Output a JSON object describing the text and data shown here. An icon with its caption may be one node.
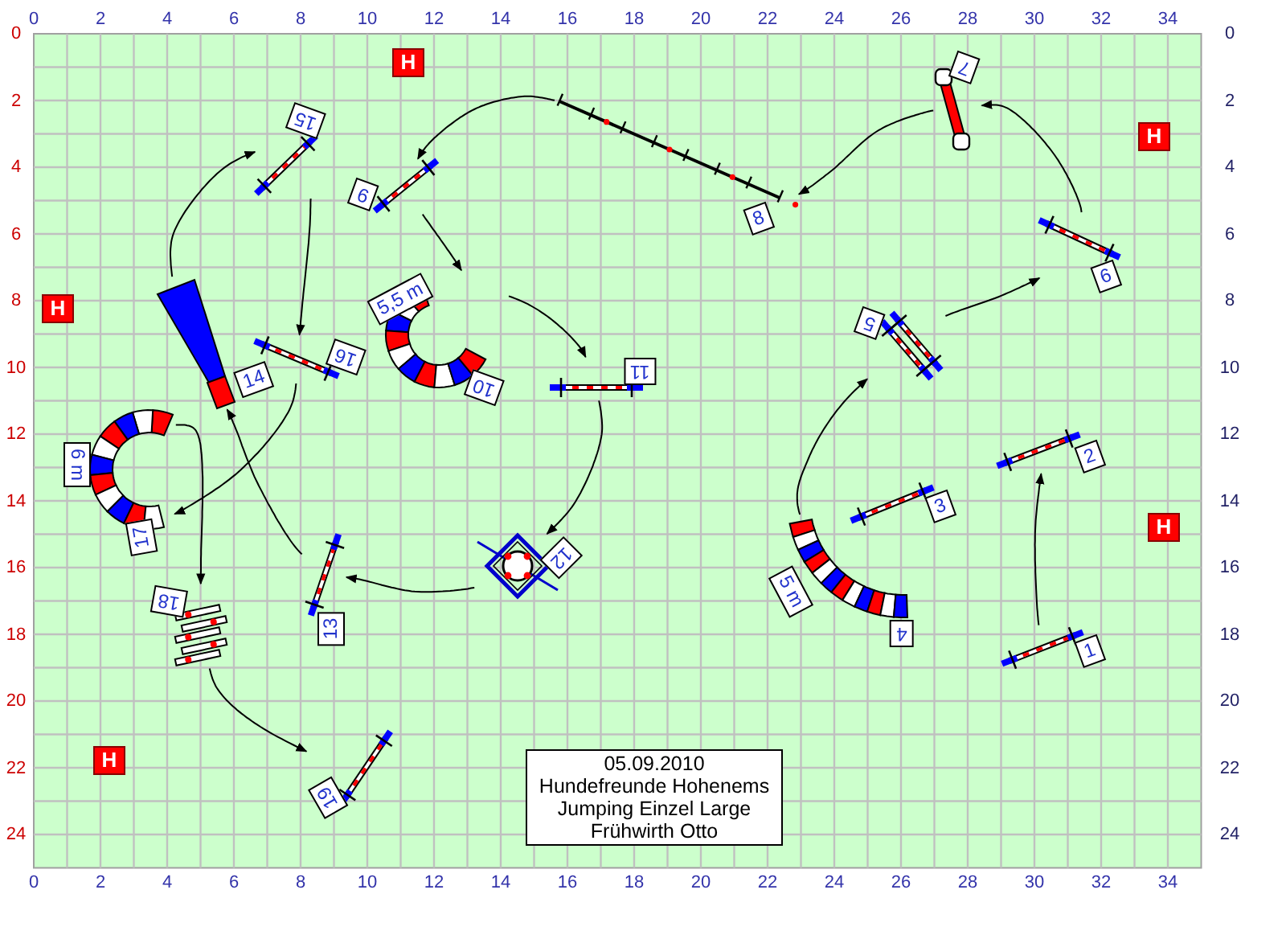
{
  "diagram": {
    "nodes": [
      {
        "text": [
          "1"
        ]
      },
      {
        "text": [
          "2"
        ]
      },
      {
        "text": [
          "3"
        ]
      },
      {
        "text": [
          "4",
          "5 m"
        ]
      },
      {
        "text": [
          "5"
        ]
      },
      {
        "text": [
          "6"
        ]
      },
      {
        "text": [
          "7"
        ]
      },
      {
        "text": [
          "8"
        ]
      },
      {
        "text": [
          "9"
        ]
      },
      {
        "text": [
          "10",
          "5,5 m"
        ]
      },
      {
        "text": [
          "11"
        ]
      },
      {
        "text": [
          "12"
        ]
      },
      {
        "text": [
          "13"
        ]
      },
      {
        "text": [
          "14"
        ]
      },
      {
        "text": [
          "15"
        ]
      },
      {
        "text": [
          "16"
        ]
      },
      {
        "text": [
          "17",
          "6 m"
        ]
      },
      {
        "text": [
          "18"
        ]
      },
      {
        "text": [
          "19"
        ]
      },
      {
        "text": [
          "05.09.2010",
          "Hundefreunde Hohenems",
          "Jumping Einzel Large",
          "Frühwirth Otto"
        ]
      }
    ],
    "edges": [
      {
        "from": 0,
        "to": 1,
        "arrow": "to"
      },
      {
        "from": 3,
        "to": 4,
        "arrow": "to"
      },
      {
        "from": 4,
        "to": 5,
        "arrow": "to"
      },
      {
        "from": 5,
        "to": 6,
        "arrow": "to"
      },
      {
        "from": 6,
        "to": 7,
        "arrow": "to"
      },
      {
        "from": 7,
        "to": 8,
        "arrow": "to"
      },
      {
        "from": 8,
        "to": 9,
        "arrow": "to"
      },
      {
        "from": 9,
        "to": 10,
        "arrow": "to"
      },
      {
        "from": 10,
        "to": 11,
        "arrow": "to"
      },
      {
        "from": 11,
        "to": 12,
        "arrow": "to"
      },
      {
        "from": 12,
        "to": 13,
        "arrow": "to"
      },
      {
        "from": 13,
        "to": 14,
        "arrow": "to"
      },
      {
        "from": 14,
        "to": 15,
        "arrow": "to"
      },
      {
        "from": 15,
        "to": 16,
        "arrow": "to"
      },
      {
        "from": 16,
        "to": 17,
        "arrow": "to"
      },
      {
        "from": 17,
        "to": 18,
        "arrow": "to"
      }
    ],
    "labels": [
      "0",
      "2",
      "4",
      "6",
      "8",
      "10",
      "12",
      "14",
      "16",
      "18",
      "20",
      "22",
      "24",
      "26",
      "28",
      "30",
      "32",
      "34",
      "0",
      "2",
      "4",
      "6",
      "8",
      "10",
      "12",
      "14",
      "16",
      "18",
      "20",
      "22",
      "24",
      "0",
      "2",
      "4",
      "6",
      "8",
      "10",
      "12",
      "14",
      "16",
      "18",
      "20",
      "22",
      "24",
      "0",
      "2",
      "4",
      "6",
      "8",
      "10",
      "12",
      "14",
      "16",
      "18",
      "20",
      "22",
      "24",
      "26",
      "28",
      "30",
      "32",
      "34",
      "H",
      "H",
      "H",
      "H",
      "H"
    ]
  }
}
